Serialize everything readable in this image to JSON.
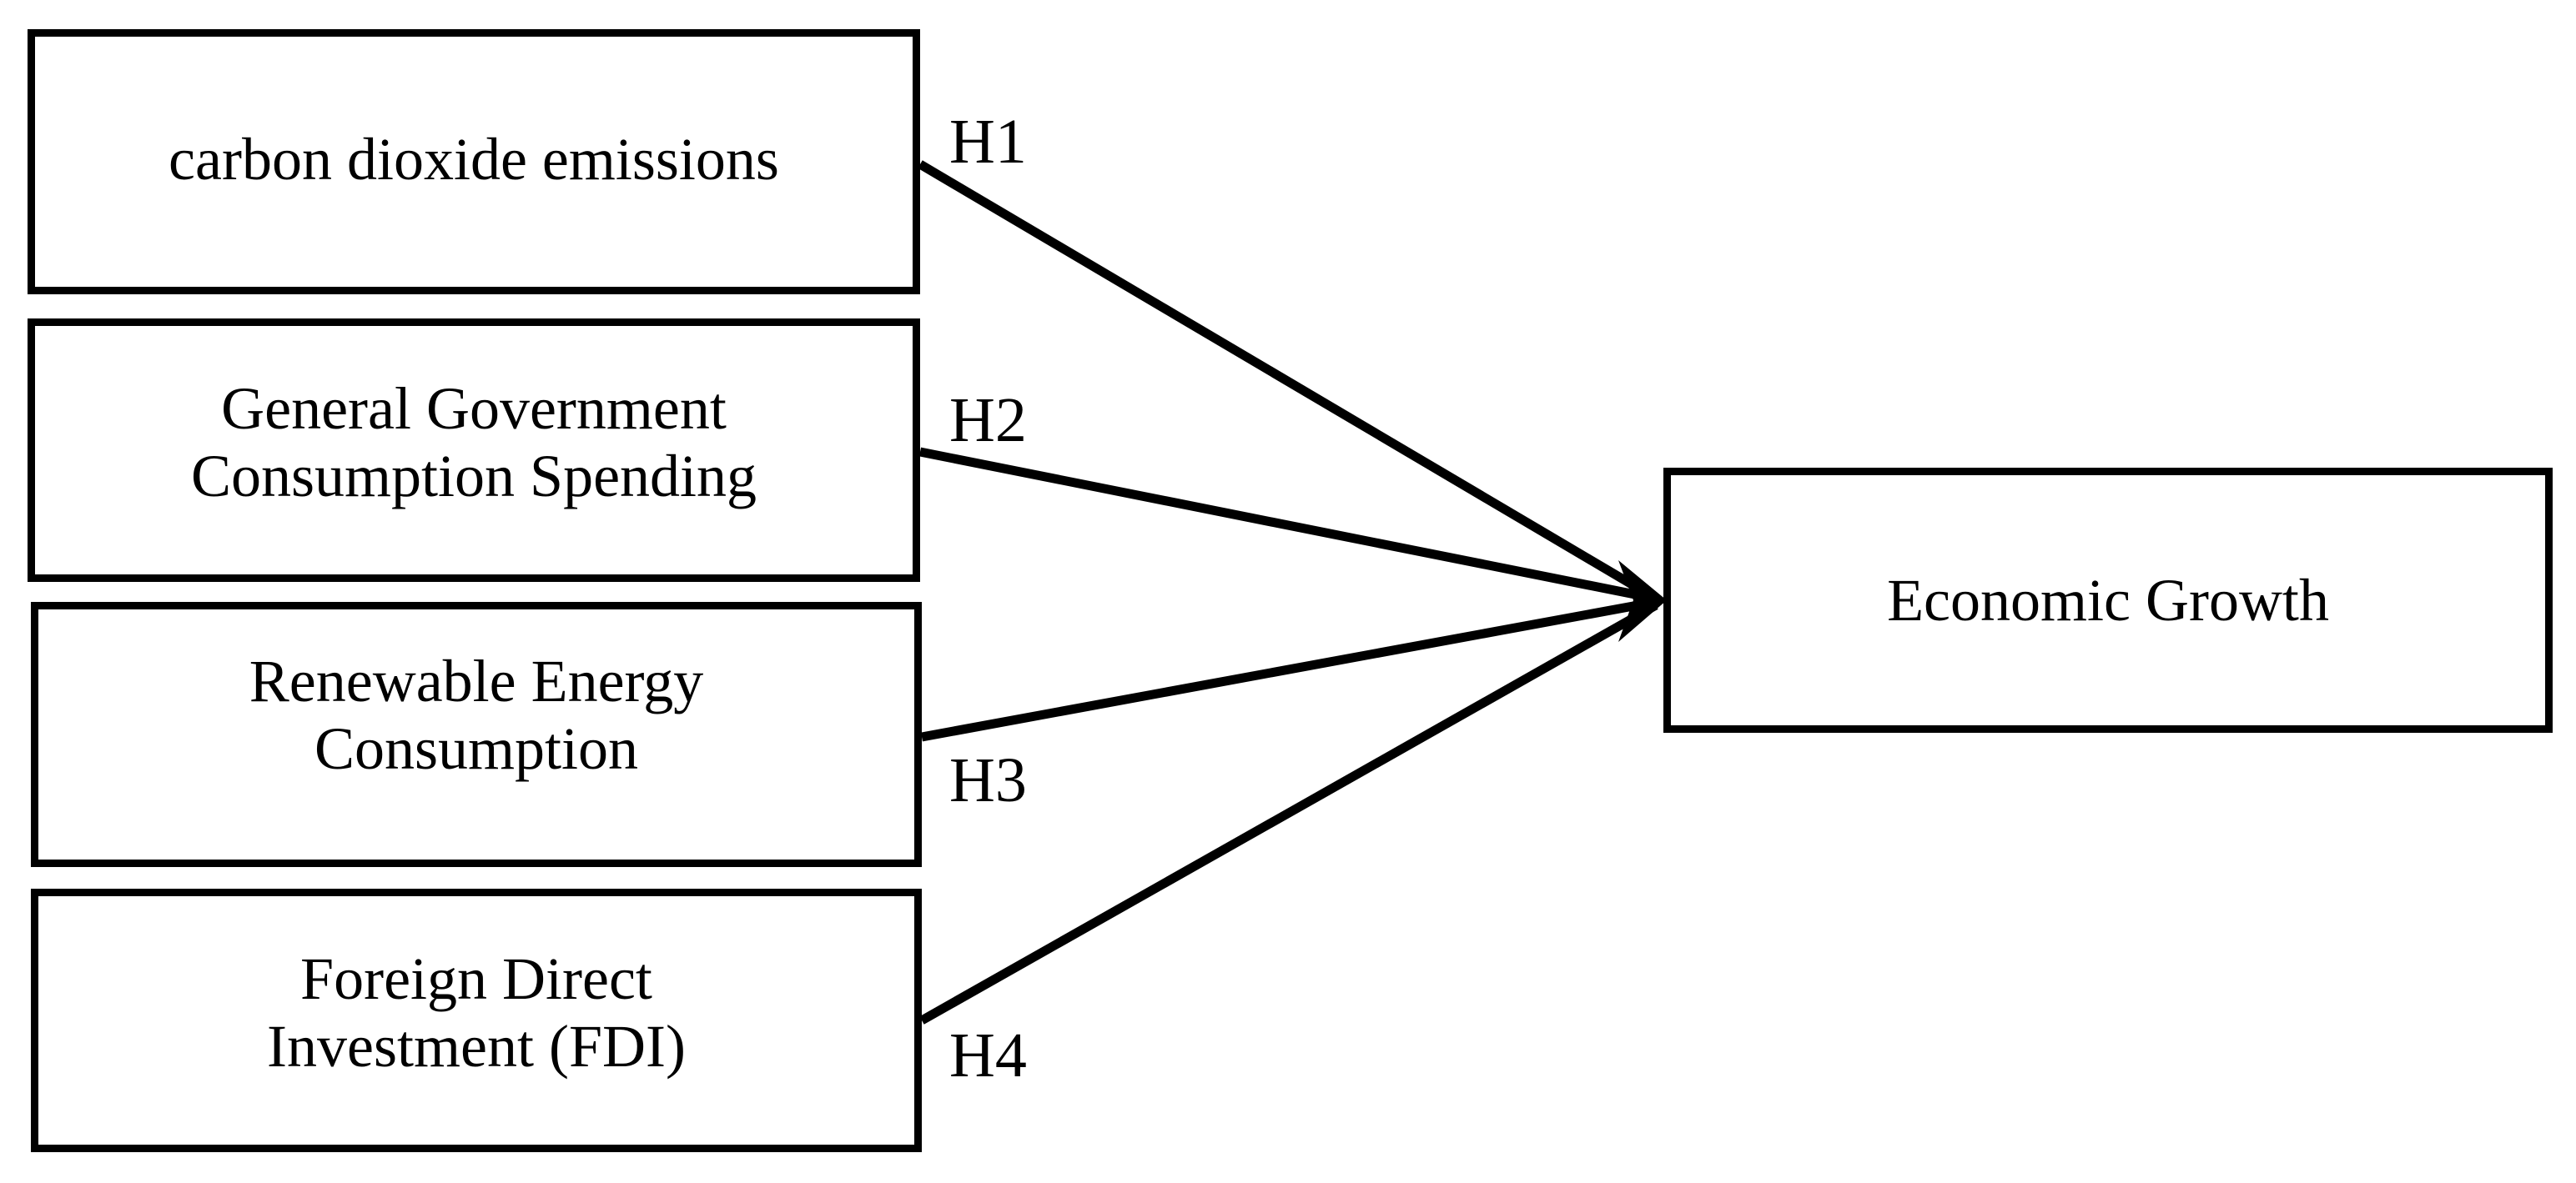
{
  "diagram": {
    "type": "conceptual-framework",
    "title": "",
    "background_color": "#ffffff",
    "line_color": "#000000",
    "text_color": "#000000",
    "independent_variables": [
      {
        "id": "co2",
        "label": "carbon dioxide emissions"
      },
      {
        "id": "gov",
        "label": "General Government\nConsumption Spending"
      },
      {
        "id": "renew",
        "label": "Renewable Energy\nConsumption"
      },
      {
        "id": "fdi",
        "label": "Foreign Direct\nInvestment (FDI)"
      }
    ],
    "dependent_variable": {
      "id": "growth",
      "label": "Economic Growth"
    },
    "hypotheses": [
      {
        "id": "h1",
        "label": "H1",
        "from": "co2",
        "to": "growth"
      },
      {
        "id": "h2",
        "label": "H2",
        "from": "gov",
        "to": "growth"
      },
      {
        "id": "h3",
        "label": "H3",
        "from": "renew",
        "to": "growth"
      },
      {
        "id": "h4",
        "label": "H4",
        "from": "fdi",
        "to": "growth"
      }
    ]
  }
}
